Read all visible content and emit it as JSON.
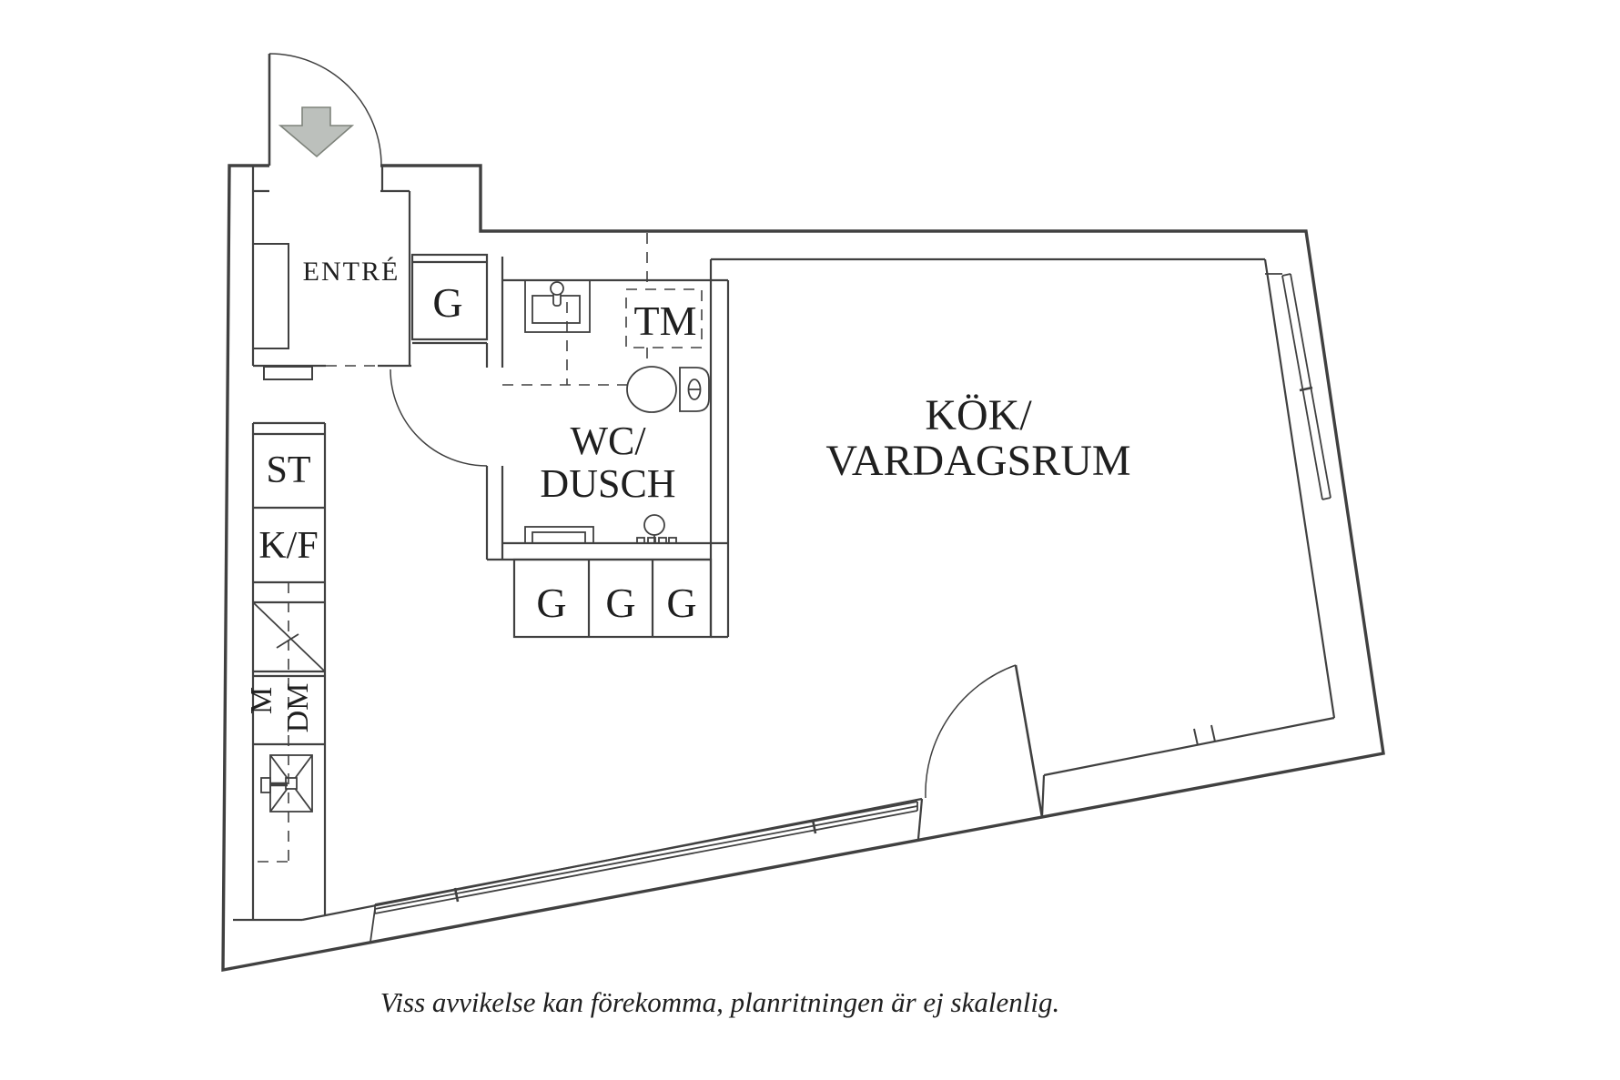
{
  "plan": {
    "rooms": {
      "entrance": "ENTRÉ",
      "bathroom_line1": "WC/",
      "bathroom_line2": "DUSCH",
      "kitchen_line1": "KÖK/",
      "kitchen_line2": "VARDAGSRUM"
    },
    "labels": {
      "entry_closet": "G",
      "washing_machine": "TM",
      "cleaning_closet": "ST",
      "fridge_freezer": "K/F",
      "microwave": "M",
      "dishwasher": "DM",
      "wardrobes": [
        "G",
        "G",
        "G"
      ]
    },
    "caption": "Viss avvikelse kan förekomma, planritningen är ej skalenlig.",
    "colors": {
      "wall": "#404040",
      "label": "#1f1f1f",
      "arrow_fill": "#bcc0bc",
      "arrow_stroke": "#7e837b",
      "background": "#ffffff"
    }
  }
}
